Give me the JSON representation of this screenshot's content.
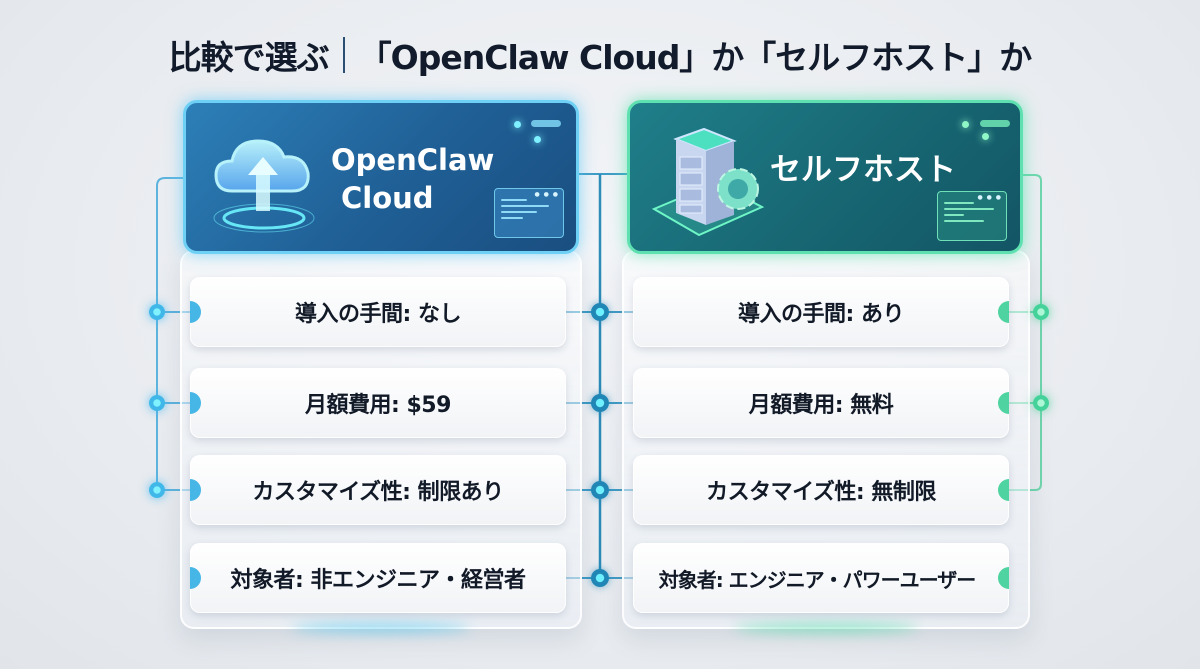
{
  "title": {
    "prefix": "比較で選ぶ",
    "main": "「OpenClaw Cloud」か「セルフホスト」か"
  },
  "columns": [
    {
      "id": "cloud",
      "header_line1": "OpenClaw",
      "header_line2": "Cloud",
      "icon": "cloud-upload-icon",
      "accent": "#45b6e6",
      "rows": [
        "導入の手間: なし",
        "月額費用: $59",
        "カスタマイズ性: 制限あり",
        "対象者: 非エンジニア・経営者"
      ]
    },
    {
      "id": "self",
      "header_line1": "セルフホスト",
      "icon": "server-gear-icon",
      "accent": "#4fd3a0",
      "rows": [
        "導入の手間: あり",
        "月額費用: 無料",
        "カスタマイズ性: 無制限",
        "対象者: エンジニア・パワーユーザー"
      ]
    }
  ],
  "colors": {
    "cloud_header": "#1f5f95",
    "self_header": "#176773",
    "connector_blue": "#4aa8d6",
    "connector_center": "#2a8fb8",
    "connector_green": "#5fd3a4",
    "title_text": "#111b2b"
  }
}
